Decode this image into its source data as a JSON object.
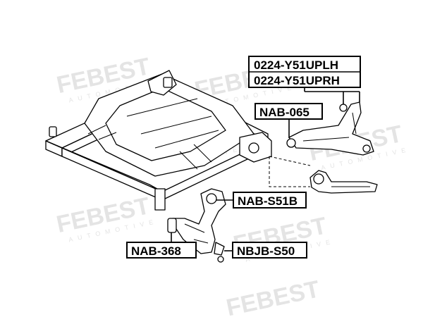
{
  "watermark": {
    "brand": "FEBEST",
    "sub": "AUTOMOTIVE"
  },
  "labels": {
    "upper_arm_left": "0224-Y51UPLH",
    "upper_arm_right": "0224-Y51UPRH",
    "upper_arm_bushing": "NAB-065",
    "subframe_bushing": "NAB-S51B",
    "lower_arm_bushing": "NAB-368",
    "ball_joint": "NBJB-S50"
  }
}
